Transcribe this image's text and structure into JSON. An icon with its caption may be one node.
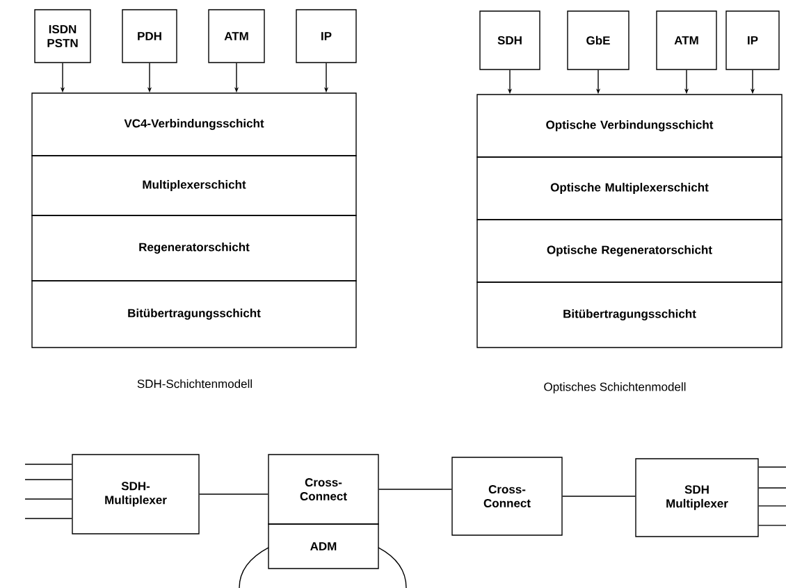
{
  "diagram": {
    "nodes": [
      {
        "text": [
          "ISDN PSTN"
        ]
      },
      {
        "text": [
          "PDH"
        ]
      },
      {
        "text": [
          "ATM"
        ]
      },
      {
        "text": [
          "IP"
        ]
      },
      {
        "text": [
          "VC4-Verbindungsschicht"
        ]
      },
      {
        "text": [
          "Multiplexerschicht"
        ]
      },
      {
        "text": [
          "Regeneratorschicht"
        ]
      },
      {
        "text": [
          "Bitübertragungsschicht"
        ]
      },
      {
        "text": [
          "SDH"
        ]
      },
      {
        "text": [
          "GbE"
        ]
      },
      {
        "text": [
          "ATM"
        ]
      },
      {
        "text": [
          "IP"
        ]
      },
      {
        "text": [
          "Optische Verbindungsschicht"
        ]
      },
      {
        "text": [
          "Optische Multiplexerschicht"
        ]
      },
      {
        "text": [
          "Optische Regeneratorschicht"
        ]
      },
      {
        "text": [
          "Bitübertragungsschicht"
        ]
      },
      {
        "text": [
          "SDH-Multiplexer"
        ]
      },
      {
        "text": [
          "Cross-Connect"
        ]
      },
      {
        "text": [
          "ADM"
        ]
      },
      {
        "text": [
          "Cross-Connect"
        ]
      },
      {
        "text": [
          "SDH Multiplexer"
        ]
      }
    ],
    "edges": [
      {
        "from": 0,
        "to": 4,
        "arrow": "to"
      },
      {
        "from": 1,
        "to": 4,
        "arrow": "to"
      },
      {
        "from": 2,
        "to": 4,
        "arrow": "to"
      },
      {
        "from": 3,
        "to": 4,
        "arrow": "to"
      },
      {
        "from": 8,
        "to": 12,
        "arrow": "to"
      },
      {
        "from": 9,
        "to": 12,
        "arrow": "to"
      },
      {
        "from": 10,
        "to": 12,
        "arrow": "to"
      },
      {
        "from": 11,
        "to": 12,
        "arrow": "to"
      },
      {
        "from": 16,
        "to": 17,
        "arrow": "none"
      },
      {
        "from": 17,
        "to": 19,
        "arrow": "none"
      },
      {
        "from": 19,
        "to": 20,
        "arrow": "none"
      },
      {
        "from": null,
        "to": 16,
        "arrow": "none"
      },
      {
        "from": null,
        "to": 16,
        "arrow": "none"
      },
      {
        "from": null,
        "to": 16,
        "arrow": "none"
      },
      {
        "from": null,
        "to": 16,
        "arrow": "none"
      },
      {
        "from": 20,
        "to": null,
        "arrow": "none"
      },
      {
        "from": 20,
        "to": null,
        "arrow": "none"
      },
      {
        "from": 20,
        "to": null,
        "arrow": "none"
      },
      {
        "from": 20,
        "to": null,
        "arrow": "none"
      }
    ],
    "labels": [
      "SDH-Schichtenmodell",
      "Optisches Schichtenmodell"
    ]
  }
}
